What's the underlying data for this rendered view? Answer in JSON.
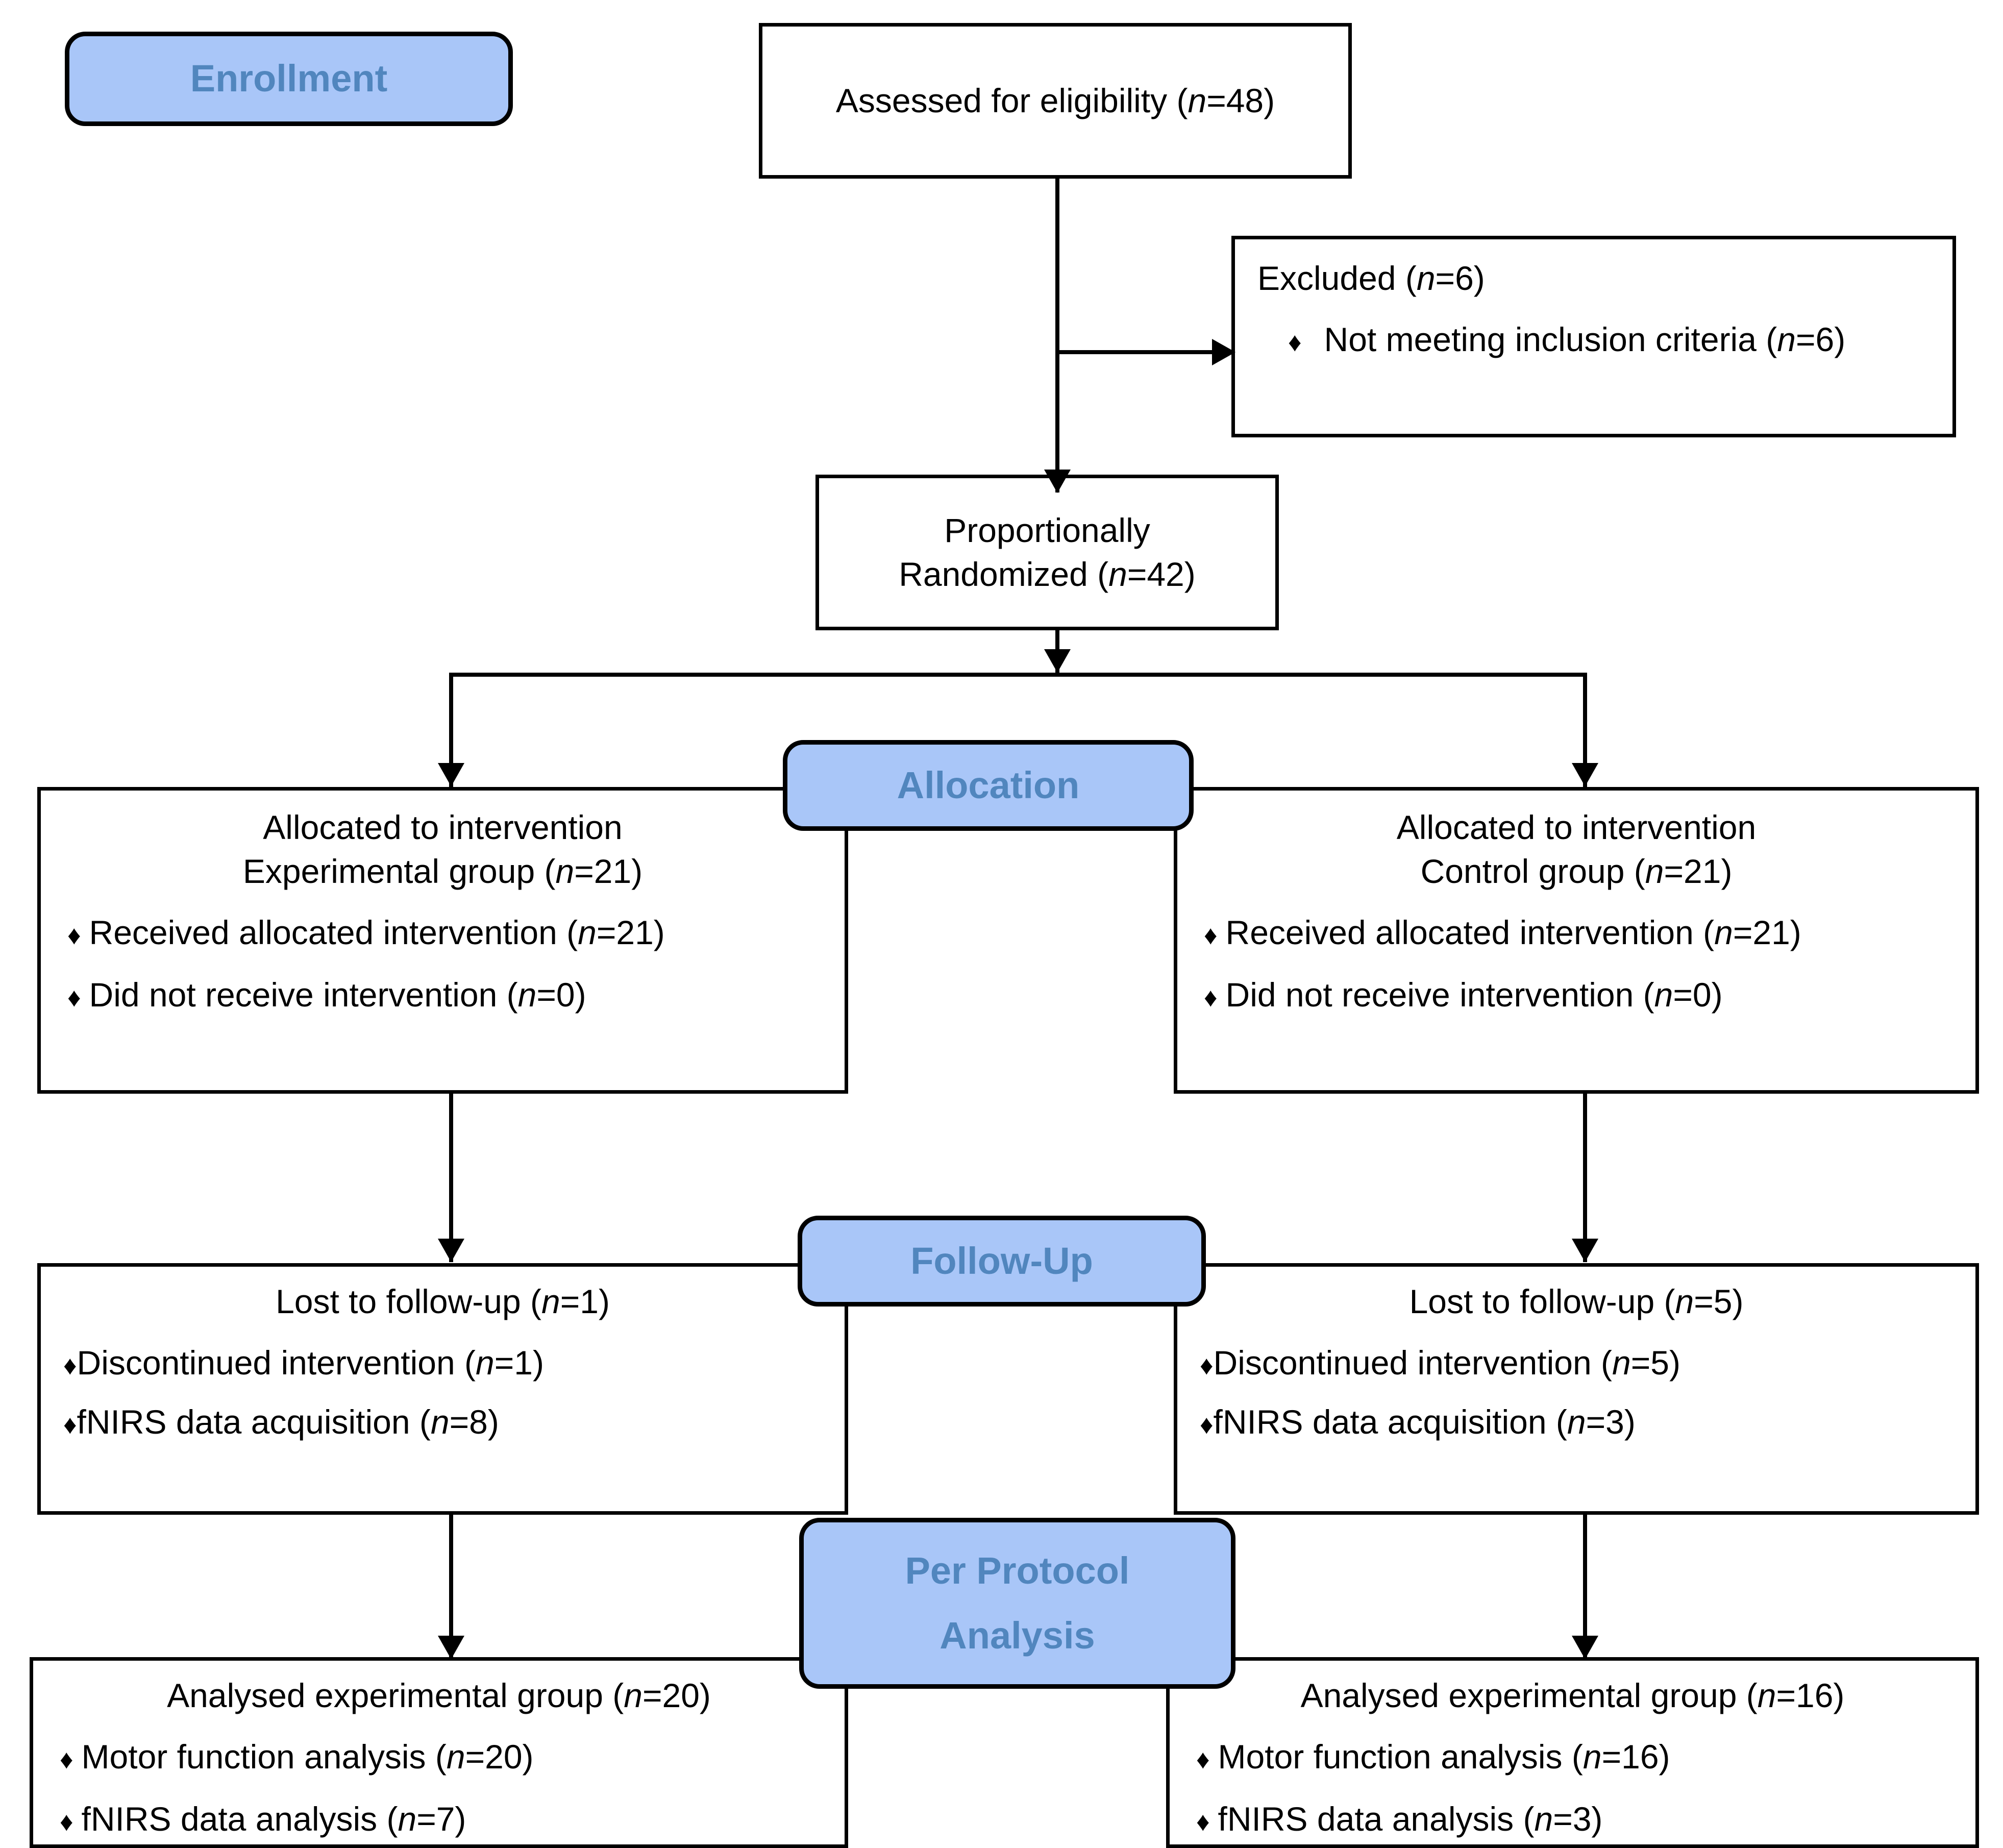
{
  "diagram": {
    "title": "CONSORT participant flow diagram",
    "accent_badge_fill": "#a9c6f8",
    "accent_badge_text": "#5186be",
    "line_color": "#000000",
    "bullet_glyph": "♦"
  },
  "stages": {
    "enrollment": "Enrollment",
    "allocation": "Allocation",
    "followup": "Follow-Up",
    "analysis_line1": "Per Protocol",
    "analysis_line2": "Analysis"
  },
  "boxes": {
    "assessed": {
      "title": "Assessed for eligibility (",
      "title_italic": "n",
      "title_tail": "=48)"
    },
    "excluded": {
      "title": "Excluded (",
      "title_italic": "n",
      "title_tail": "=6)",
      "items": [
        {
          "text": "Not meeting inclusion criteria (",
          "italic": "n",
          "tail": "=6)"
        }
      ]
    },
    "randomized": {
      "line1": "Proportionally",
      "line2": "Randomized (",
      "line2_italic": "n",
      "line2_tail": "=42)"
    },
    "alloc_left": {
      "line1": "Allocated to intervention",
      "line2": "Experimental group (",
      "line2_italic": "n",
      "line2_tail": "=21)",
      "items": [
        {
          "text": "Received allocated intervention (",
          "italic": "n",
          "tail": "=21)"
        },
        {
          "text": "Did not receive intervention (",
          "italic": "n",
          "tail": "=0)"
        }
      ]
    },
    "alloc_right": {
      "line1": "Allocated to intervention",
      "line2": "Control group (",
      "line2_italic": "n",
      "line2_tail": "=21)",
      "items": [
        {
          "text": "Received allocated intervention (",
          "italic": "n",
          "tail": "=21)"
        },
        {
          "text": "Did not receive intervention (",
          "italic": "n",
          "tail": "=0)"
        }
      ]
    },
    "follow_left": {
      "line1": "Lost to follow-up (",
      "line1_italic": "n",
      "line1_tail": "=1)",
      "items": [
        {
          "text": "Discontinued intervention (",
          "italic": "n",
          "tail": "=1)"
        },
        {
          "text": "fNIRS data acquisition (",
          "italic": "n",
          "tail": "=8)"
        }
      ]
    },
    "follow_right": {
      "line1": "Lost to follow-up (",
      "line1_italic": "n",
      "line1_tail": "=5)",
      "items": [
        {
          "text": "Discontinued intervention (",
          "italic": "n",
          "tail": "=5)"
        },
        {
          "text": "fNIRS data acquisition (",
          "italic": "n",
          "tail": "=3)"
        }
      ]
    },
    "analysis_left": {
      "line1": "Analysed experimental group (",
      "line1_italic": "n",
      "line1_tail": "=20)",
      "items": [
        {
          "text": "Motor function analysis (",
          "italic": "n",
          "tail": "=20)"
        },
        {
          "text": "fNIRS data analysis (",
          "italic": "n",
          "tail": "=7)"
        }
      ]
    },
    "analysis_right": {
      "line1": "Analysed experimental group (",
      "line1_italic": "n",
      "line1_tail": "=16)",
      "items": [
        {
          "text": "Motor function analysis (",
          "italic": "n",
          "tail": "=16)"
        },
        {
          "text": "fNIRS data analysis (",
          "italic": "n",
          "tail": "=3)"
        }
      ]
    }
  },
  "counts": {
    "assessed_for_eligibility": 48,
    "excluded": 6,
    "not_meeting_inclusion_criteria": 6,
    "randomized": 42,
    "allocated_experimental": 21,
    "allocated_control": 21,
    "received_allocated_experimental": 21,
    "received_allocated_control": 21,
    "did_not_receive_experimental": 0,
    "did_not_receive_control": 0,
    "lost_followup_experimental": 1,
    "lost_followup_control": 5,
    "discontinued_experimental": 1,
    "discontinued_control": 5,
    "fnirs_acquisition_experimental": 8,
    "fnirs_acquisition_control": 3,
    "analysed_experimental": 20,
    "analysed_control": 16,
    "motor_function_experimental": 20,
    "motor_function_control": 16,
    "fnirs_analysis_experimental": 7,
    "fnirs_analysis_control": 3
  }
}
